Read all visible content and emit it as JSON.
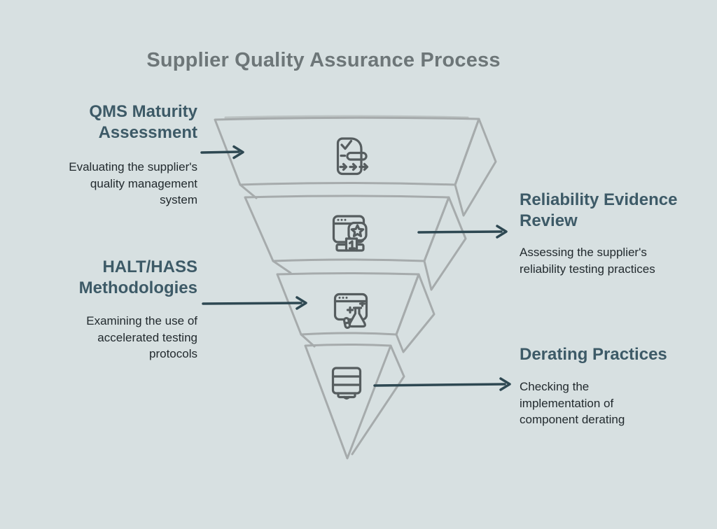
{
  "palette": {
    "background": "#d7e0e1",
    "title_color": "#6d7678",
    "heading_color": "#3d5a67",
    "body_color": "#222a2e",
    "arrow_color": "#2e4852",
    "funnel_line_color": "#a6abac",
    "icon_color": "#565d5f"
  },
  "title": {
    "text": "Supplier Quality Assurance Process"
  },
  "levels": [
    {
      "rank": 1,
      "side": "left",
      "heading_lines": [
        "QMS Maturity",
        "Assessment"
      ],
      "description_lines": [
        "Evaluating the supplier's",
        "quality management",
        "system"
      ],
      "icon": "checklist-document-icon"
    },
    {
      "rank": 2,
      "side": "right",
      "heading_lines": [
        "Reliability Evidence",
        "Review"
      ],
      "description_lines": [
        "Assessing the supplier's",
        "reliability testing practices"
      ],
      "icon": "ranking-first-window-icon"
    },
    {
      "rank": 3,
      "side": "left",
      "heading_lines": [
        "HALT/HASS",
        "Methodologies"
      ],
      "description_lines": [
        "Examining the use of",
        "accelerated testing",
        "protocols"
      ],
      "icon": "lab-flask-window-icon"
    },
    {
      "rank": 4,
      "side": "right",
      "heading_lines": [
        "Derating Practices"
      ],
      "description_lines": [
        "Checking the",
        "implementation of",
        "component derating"
      ],
      "icon": "component-stack-icon"
    }
  ]
}
